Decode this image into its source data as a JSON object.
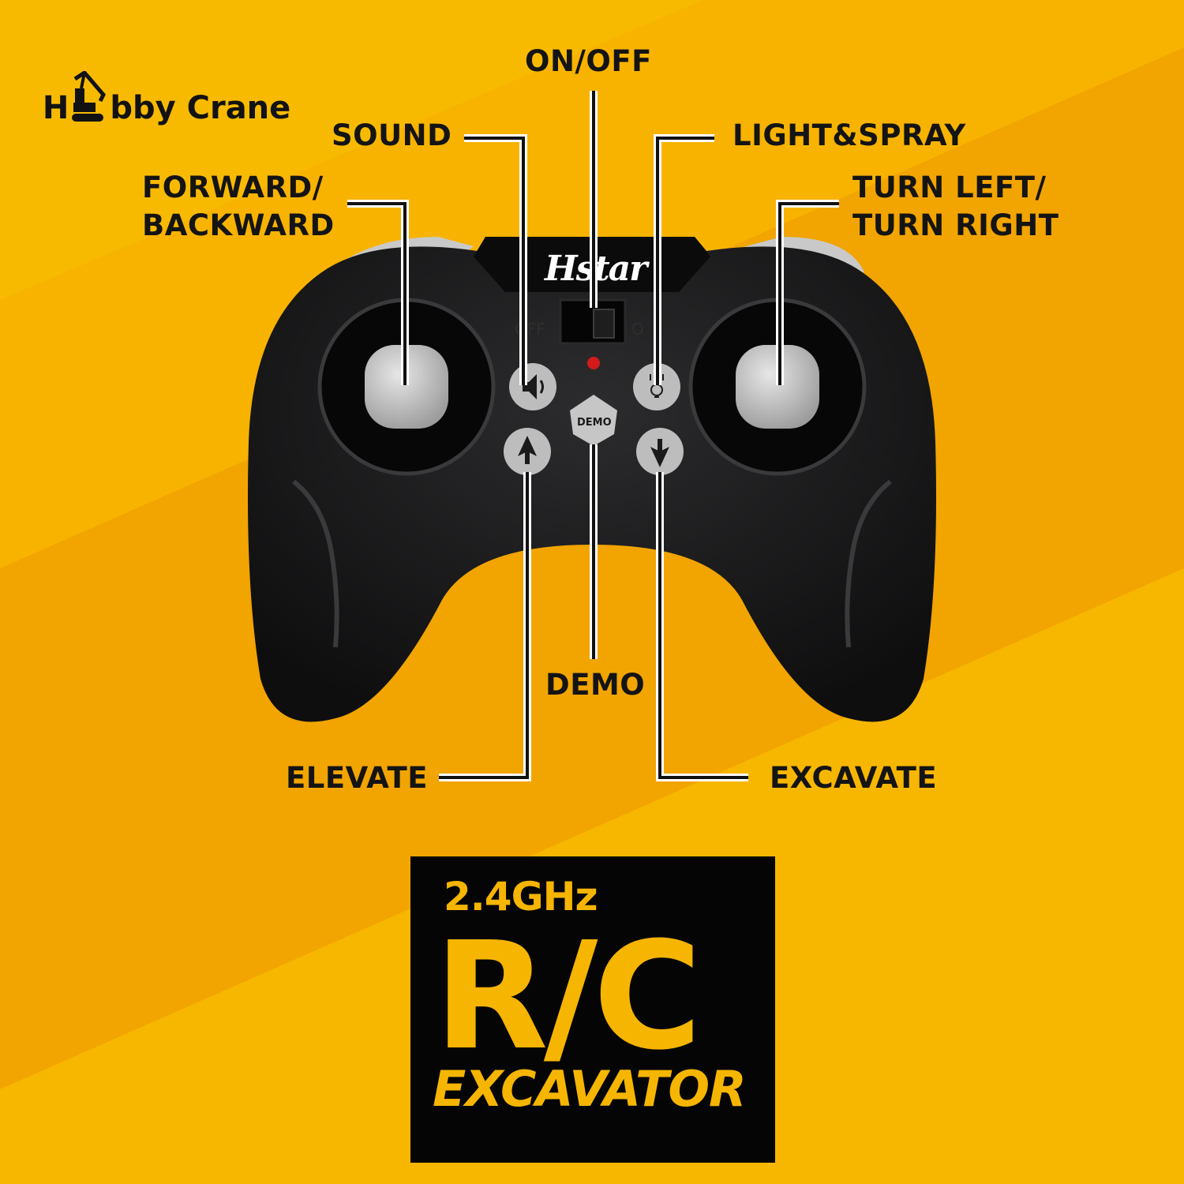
{
  "brand": {
    "name_pre": "H",
    "name_post": "bby Crane",
    "logo_icon": "excavator-icon"
  },
  "labels": {
    "on_off": "ON/OFF",
    "sound": "SOUND",
    "light_spray": "LIGHT&SPRAY",
    "forward_backward": "FORWARD/\nBACKWARD",
    "turn": "TURN LEFT/\nTURN RIGHT",
    "demo": "DEMO",
    "elevate": "ELEVATE",
    "excavate": "EXCAVATE"
  },
  "controller": {
    "logo": "Hstar",
    "switch_off": "OFF",
    "switch_on": "O",
    "demo_button": "DEMO",
    "icons": [
      "speaker-icon",
      "light-bulb-icon",
      "arrow-up-icon",
      "arrow-down-icon"
    ]
  },
  "badge": {
    "frequency": "2.4GHz",
    "title": "R/C",
    "subtitle": "EXCAVATOR"
  },
  "colors": {
    "background": "#f6b500",
    "background_band": "#f0a000",
    "controller": "#161617",
    "button": "#bdbdbd",
    "text": "#141414",
    "accent": "#f6b500"
  }
}
